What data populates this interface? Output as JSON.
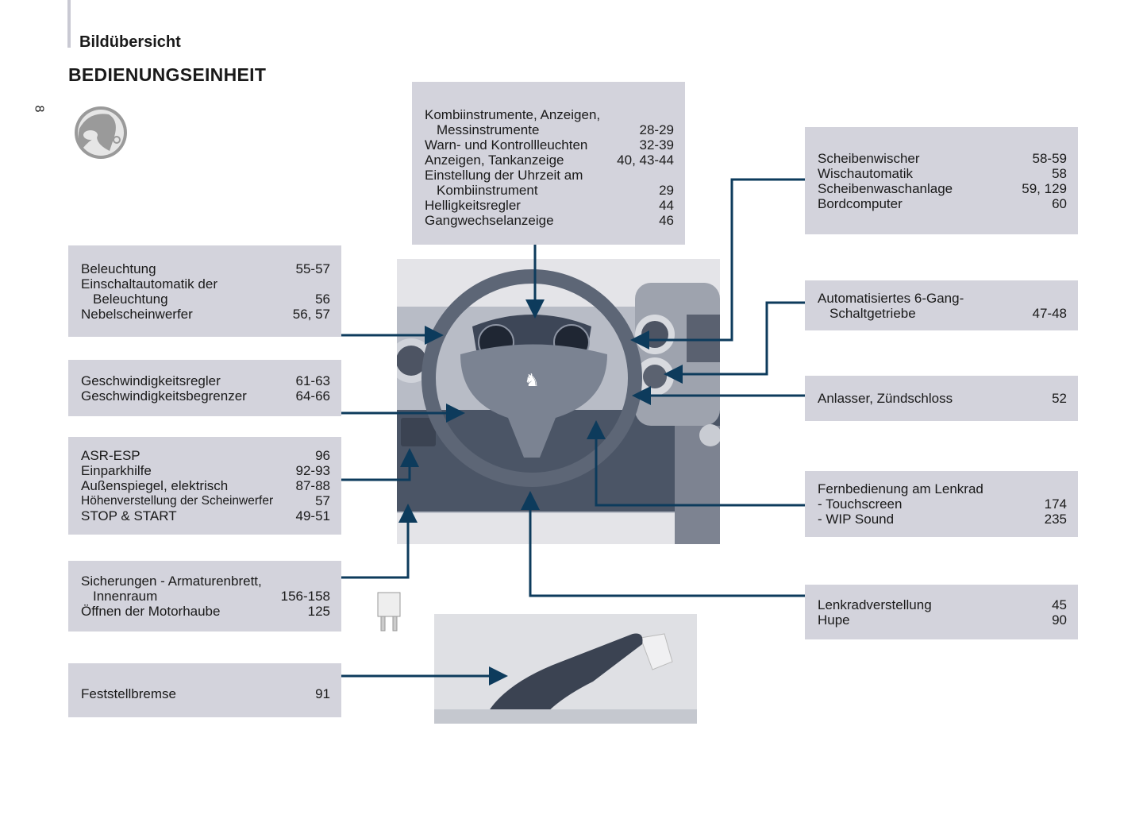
{
  "header": {
    "section": "Bildübersicht",
    "title": "BEDIENUNGSEINHEIT",
    "page_number": "8"
  },
  "colors": {
    "box": "#d3d3dc",
    "line": "#0d3b5c"
  },
  "boxes": {
    "instruments": [
      {
        "label": "Kombiinstrumente, Anzeigen,",
        "page": ""
      },
      {
        "label": "Messinstrumente",
        "page": "28-29",
        "indent": true
      },
      {
        "label": "Warn- und Kontrollleuchten",
        "page": "32-39"
      },
      {
        "label": "Anzeigen, Tankanzeige",
        "page": "40, 43-44"
      },
      {
        "label": "Einstellung der Uhrzeit am",
        "page": ""
      },
      {
        "label": "Kombiinstrument",
        "page": "29",
        "indent": true
      },
      {
        "label": "Helligkeitsregler",
        "page": "44"
      },
      {
        "label": "Gangwechselanzeige",
        "page": "46"
      }
    ],
    "lighting": [
      {
        "label": "Beleuchtung",
        "page": "55-57"
      },
      {
        "label": "Einschaltautomatik der",
        "page": ""
      },
      {
        "label": "Beleuchtung",
        "page": "56",
        "indent": true
      },
      {
        "label": "Nebelscheinwerfer",
        "page": "56, 57"
      }
    ],
    "cruise": [
      {
        "label": "Geschwindigkeitsregler",
        "page": "61-63"
      },
      {
        "label": "Geschwindigkeitsbegrenzer",
        "page": "64-66"
      }
    ],
    "asr": [
      {
        "label": "ASR-ESP",
        "page": "96"
      },
      {
        "label": "Einparkhilfe",
        "page": "92-93"
      },
      {
        "label": "Außenspiegel, elektrisch",
        "page": "87-88"
      },
      {
        "label": "Höhenverstellung der Scheinwerfer",
        "page": "57",
        "small": true
      },
      {
        "label": "STOP & START",
        "page": "49-51"
      }
    ],
    "fuses": [
      {
        "label": "Sicherungen - Armaturenbrett,",
        "page": ""
      },
      {
        "label": "Innenraum",
        "page": "156-158",
        "indent": true
      },
      {
        "label": "Öffnen der Motorhaube",
        "page": "125"
      }
    ],
    "parkingbrake": [
      {
        "label": "Feststellbremse",
        "page": "91"
      }
    ],
    "wipers": [
      {
        "label": "Scheibenwischer",
        "page": "58-59"
      },
      {
        "label": "Wischautomatik",
        "page": "58"
      },
      {
        "label": "Scheibenwaschanlage",
        "page": "59, 129"
      },
      {
        "label": "Bordcomputer",
        "page": "60"
      }
    ],
    "gearbox": [
      {
        "label": "Automatisiertes 6-Gang-",
        "page": ""
      },
      {
        "label": "Schaltgetriebe",
        "page": "47-48",
        "indent": true
      }
    ],
    "ignition": [
      {
        "label": "Anlasser, Zündschloss",
        "page": "52"
      }
    ],
    "remote": [
      {
        "label": "Fernbedienung am Lenkrad",
        "page": ""
      },
      {
        "label": "-  Touchscreen",
        "page": "174"
      },
      {
        "label": "-  WIP Sound",
        "page": "235"
      }
    ],
    "steering": [
      {
        "label": "Lenkradverstellung",
        "page": "45"
      },
      {
        "label": "Hupe",
        "page": "90"
      }
    ]
  }
}
